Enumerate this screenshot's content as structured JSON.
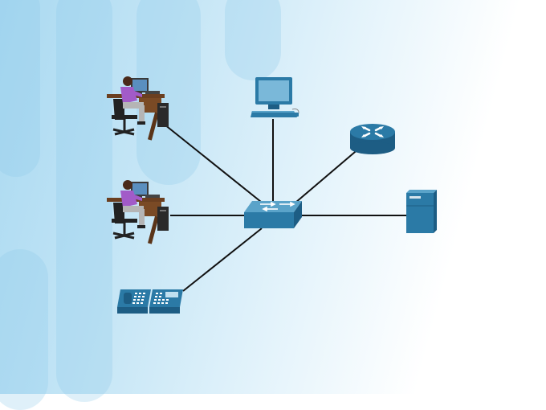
{
  "diagram": {
    "nodes": [
      {
        "id": "workstation-1",
        "kind": "user-at-pc"
      },
      {
        "id": "workstation-2",
        "kind": "user-at-pc"
      },
      {
        "id": "pc",
        "kind": "desktop-computer"
      },
      {
        "id": "router",
        "kind": "router"
      },
      {
        "id": "server",
        "kind": "server"
      },
      {
        "id": "ip-phone",
        "kind": "ip-phone"
      },
      {
        "id": "switch",
        "kind": "switch"
      }
    ],
    "links": [
      [
        "switch",
        "workstation-1"
      ],
      [
        "switch",
        "workstation-2"
      ],
      [
        "switch",
        "pc"
      ],
      [
        "switch",
        "router"
      ],
      [
        "switch",
        "server"
      ],
      [
        "switch",
        "ip-phone"
      ]
    ],
    "colors": {
      "device": "#2b7aa6",
      "device_dark": "#1d5d84",
      "device_light": "#5aa3c9",
      "link": "#111111"
    }
  }
}
